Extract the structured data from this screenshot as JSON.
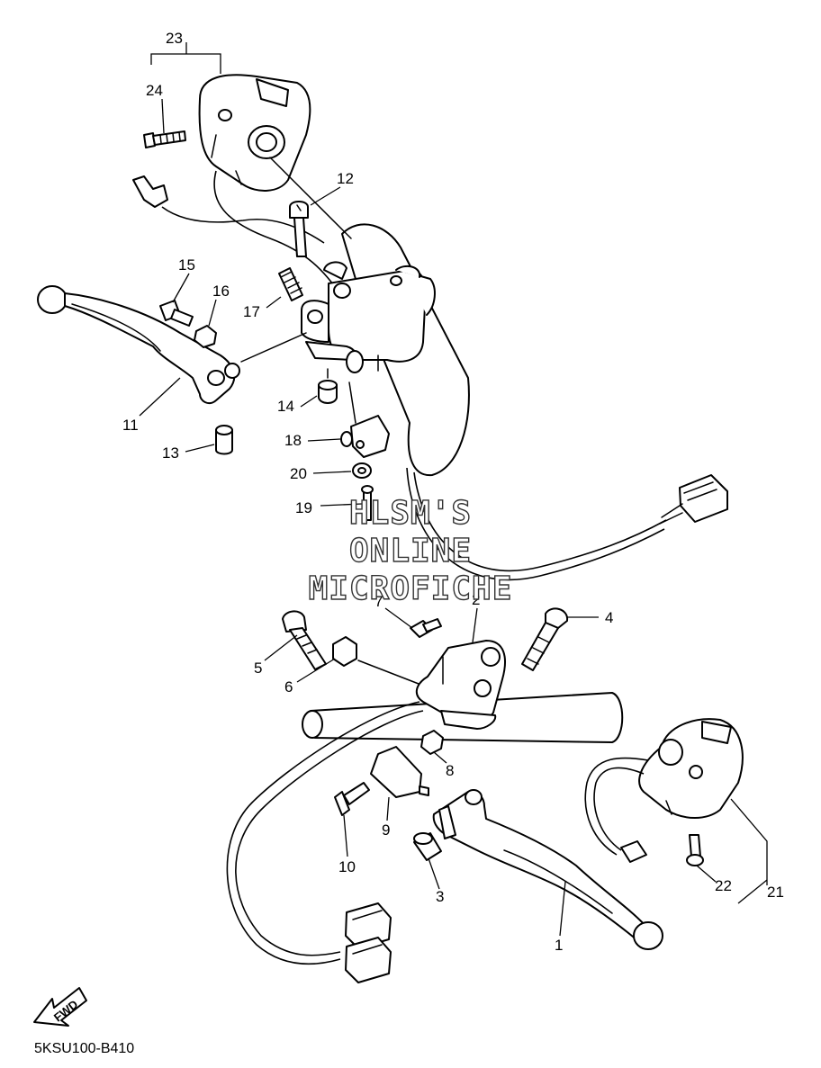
{
  "callouts": {
    "c1": "1",
    "c2": "2",
    "c3": "3",
    "c4": "4",
    "c5": "5",
    "c6": "6",
    "c7": "7",
    "c8": "8",
    "c9": "9",
    "c10": "10",
    "c11": "11",
    "c12": "12",
    "c13": "13",
    "c14": "14",
    "c15": "15",
    "c16": "16",
    "c17": "17",
    "c18": "18",
    "c19": "19",
    "c20": "20",
    "c21": "21",
    "c22": "22",
    "c23": "23",
    "c24": "24"
  },
  "watermark": {
    "line1": "HLSM'S",
    "line2": "ONLINE",
    "line3": "MICROFICHE"
  },
  "footer": {
    "diagram_code": "5KSU100-B410",
    "fwd_label": "FWD"
  },
  "icons": {
    "direction_arrow": "fwd-arrow-icon"
  }
}
